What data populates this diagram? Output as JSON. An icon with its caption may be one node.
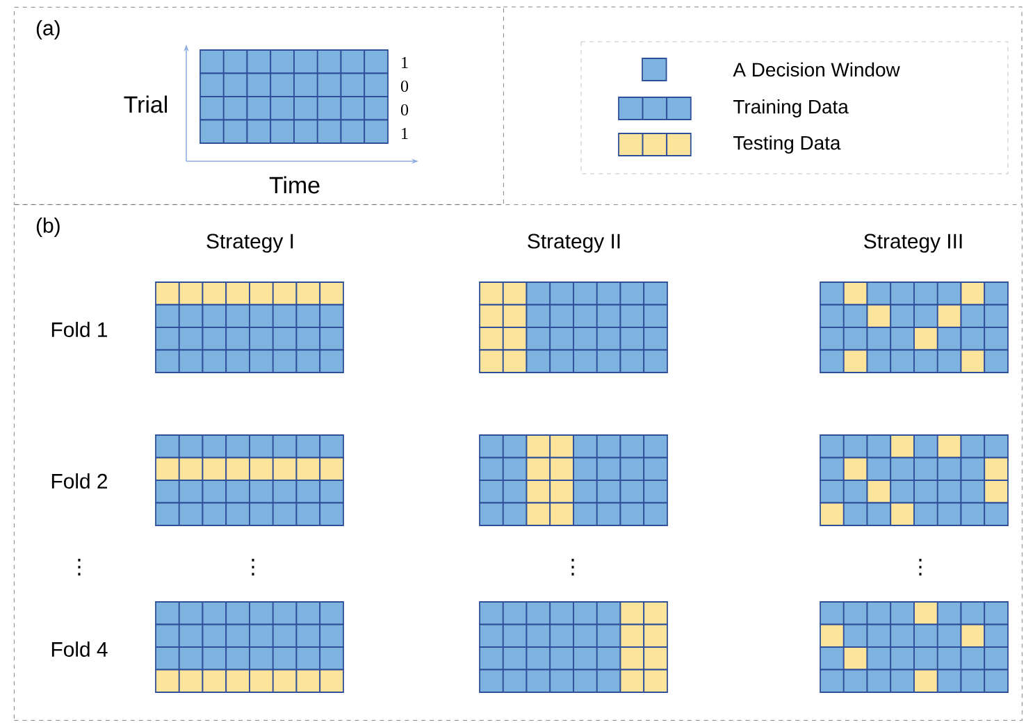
{
  "diagram": {
    "nodes": [
      {
        "text": [
          "(a)"
        ]
      },
      {
        "text": [
          "(b)"
        ]
      }
    ],
    "labels": [
      "Trial",
      "Time",
      "1",
      "0",
      "0",
      "1",
      "Strategy I",
      "Strategy II",
      "Strategy III",
      "Fold 1",
      "Fold 2",
      "⋮",
      "⋮",
      "⋮",
      "⋮",
      "Fold 4"
    ],
    "legend": [
      {
        "text": "A Decision Window",
        "color": "#7fb3df"
      },
      {
        "text": "Training Data",
        "color": "#7fb3df"
      },
      {
        "text": "Testing Data",
        "color": "#fde49b"
      }
    ]
  }
}
